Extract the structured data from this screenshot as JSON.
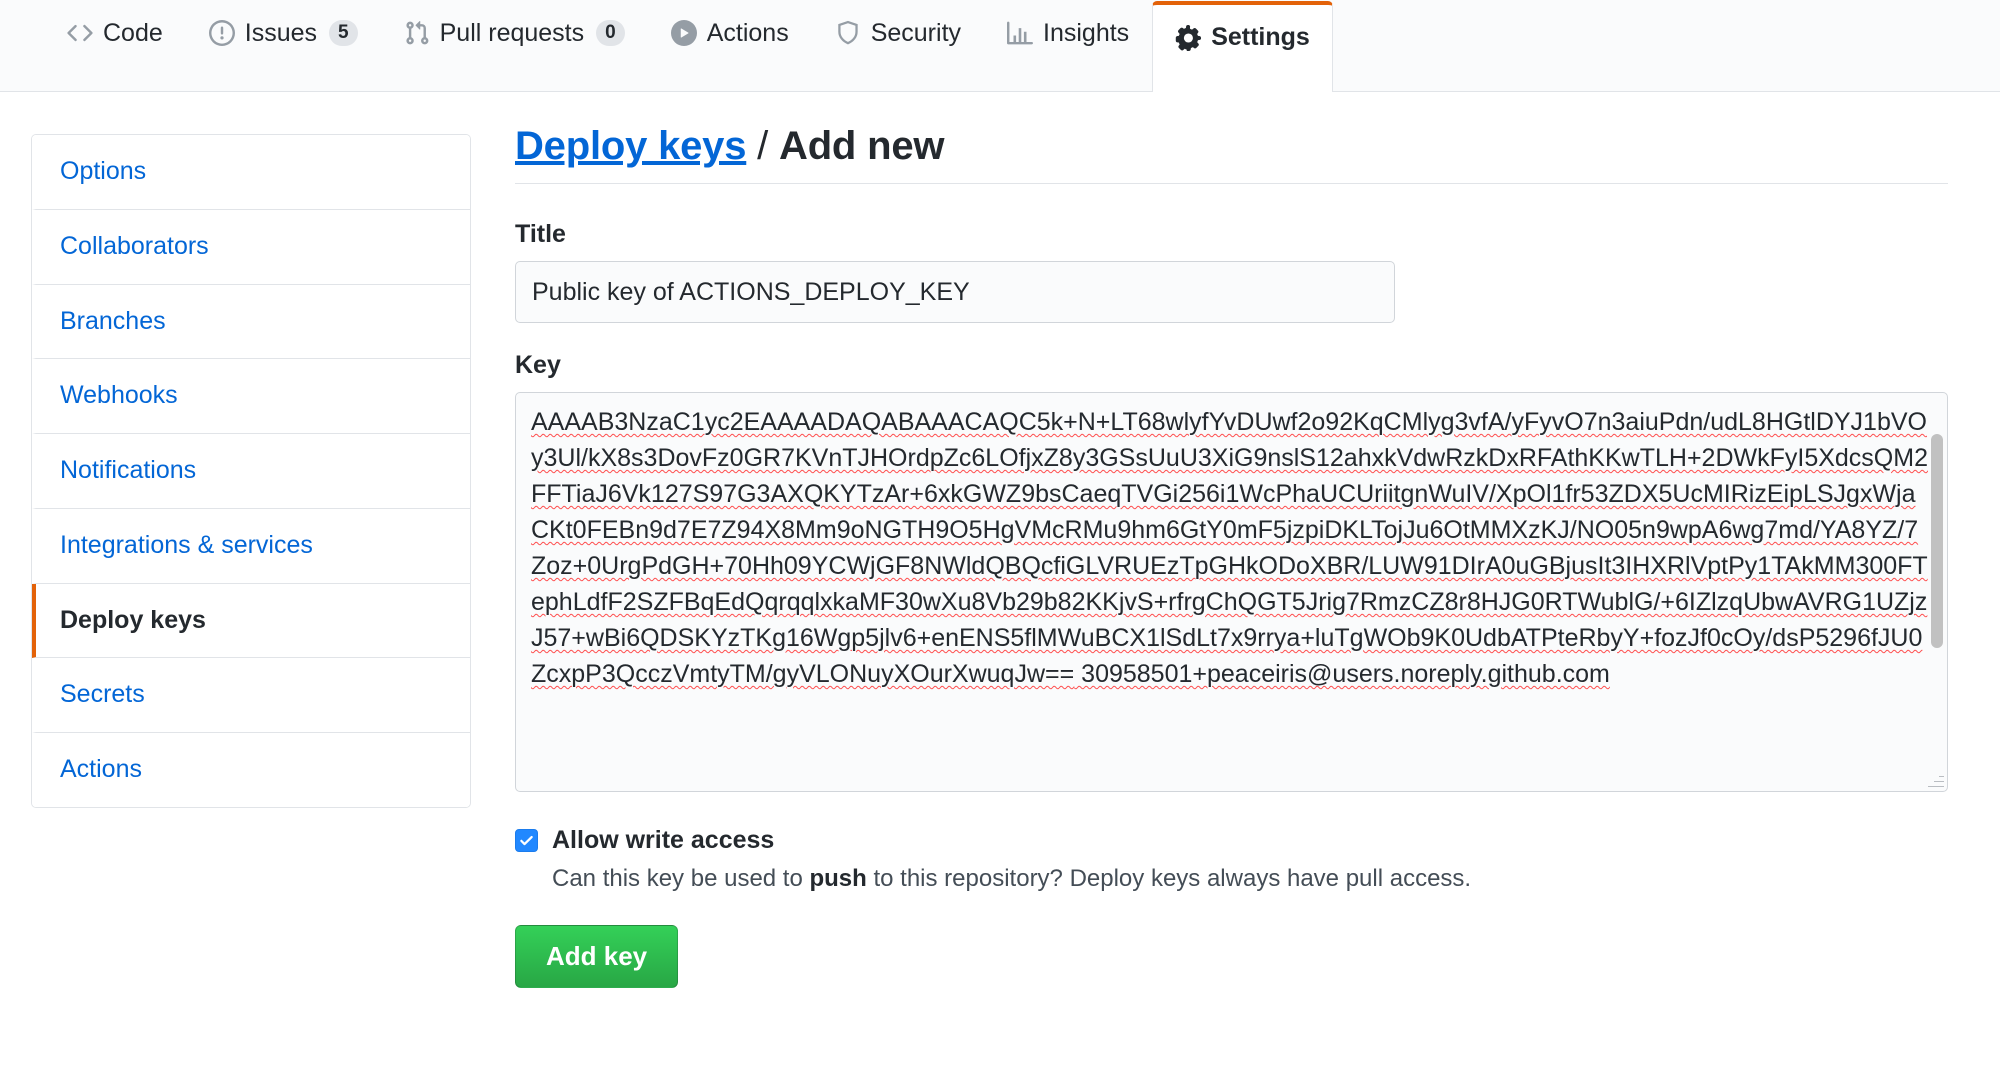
{
  "repo_nav": {
    "tabs": [
      {
        "label": "Code",
        "icon": "code-icon",
        "counter": null,
        "selected": false
      },
      {
        "label": "Issues",
        "icon": "issue-opened-icon",
        "counter": "5",
        "selected": false
      },
      {
        "label": "Pull requests",
        "icon": "git-pull-request-icon",
        "counter": "0",
        "selected": false
      },
      {
        "label": "Actions",
        "icon": "play-icon",
        "counter": null,
        "selected": false
      },
      {
        "label": "Security",
        "icon": "shield-icon",
        "counter": null,
        "selected": false
      },
      {
        "label": "Insights",
        "icon": "graph-icon",
        "counter": null,
        "selected": false
      },
      {
        "label": "Settings",
        "icon": "gear-icon",
        "counter": null,
        "selected": true
      }
    ],
    "active_accent": "#e36209"
  },
  "sidebar": {
    "items": [
      {
        "label": "Options",
        "selected": false
      },
      {
        "label": "Collaborators",
        "selected": false
      },
      {
        "label": "Branches",
        "selected": false
      },
      {
        "label": "Webhooks",
        "selected": false
      },
      {
        "label": "Notifications",
        "selected": false
      },
      {
        "label": "Integrations & services",
        "selected": false
      },
      {
        "label": "Deploy keys",
        "selected": true
      },
      {
        "label": "Secrets",
        "selected": false
      },
      {
        "label": "Actions",
        "selected": false
      }
    ],
    "link_color": "#0366d6",
    "selected_accent": "#e36209"
  },
  "main": {
    "title_link": "Deploy keys",
    "title_separator": " / ",
    "title_current": "Add new",
    "title_field": {
      "label": "Title",
      "value": "Public key of ACTIONS_DEPLOY_KEY",
      "placeholder": ""
    },
    "key_field": {
      "label": "Key",
      "placeholder": "",
      "value_body": "AAAAB3NzaC1yc2EAAAADAQABAAACAQC5k+N+LT68wlyfYvDUwf2o92KqCMlyg3vfA/yFyvO7n3aiuPdn/udL8HGtlDYJ1bVOy3Ul/kX8s3DovFz0GR7KVnTJHOrdpZc6LOfjxZ8y3GSsUuU3XiG9nslS12ahxkVdwRzkDxRFAthKKwTLH+2DWkFyI5XdcsQM2FFTiaJ6Vk127S97G3AXQKYTzAr+6xkGWZ9bsCaeqTVGi256i1WcPhaUCUriitgnWuIV/XpOl1fr53ZDX5UcMIRizEipLSJgxWjaCKt0FEBn9d7E7Z94X8Mm9oNGTH9O5HgVMcRMu9hm6GtY0mF5jzpiDKLTojJu6OtMMXzKJ/NO05n9wpA6wg7md/YA8YZ/7Zoz+0UrgPdGH+70Hh09YCWjGF8NWldQBQcfiGLVRUEzTpGHkODoXBR/LUW91DIrA0uGBjusIt3IHXRlVptPy1TAkMM300FTephLdfF2SZFBqEdQqrqqlxkaMF30wXu8Vb29b82KKjvS+rfrgChQGT5Jrig7RmzCZ8r8HJG0RTWublG/+6IZlzqUbwAVRG1UZjzJ57+wBi6QDSKYzTKg16Wgp5jlv6+enENS5flMWuBCX1lSdLt7x9rrya+luTgWOb9K0UdbATPteRbyY+fozJf0cOy/dsP5296fJU0ZcxpP3QcczVmtyTM/gyVLONuyXOurXwuqJw==",
      "value_tail": " 30958501+peaceiris@users.noreply.github.com",
      "spellcheck_underline_color": "#ff4d4d"
    },
    "allow_write": {
      "label": "Allow write access",
      "checked": true,
      "help_prefix": "Can this key be used to ",
      "help_bold": "push",
      "help_suffix": " to this repository? Deploy keys always have pull access."
    },
    "submit_label": "Add key",
    "submit_color": "#28a745"
  }
}
